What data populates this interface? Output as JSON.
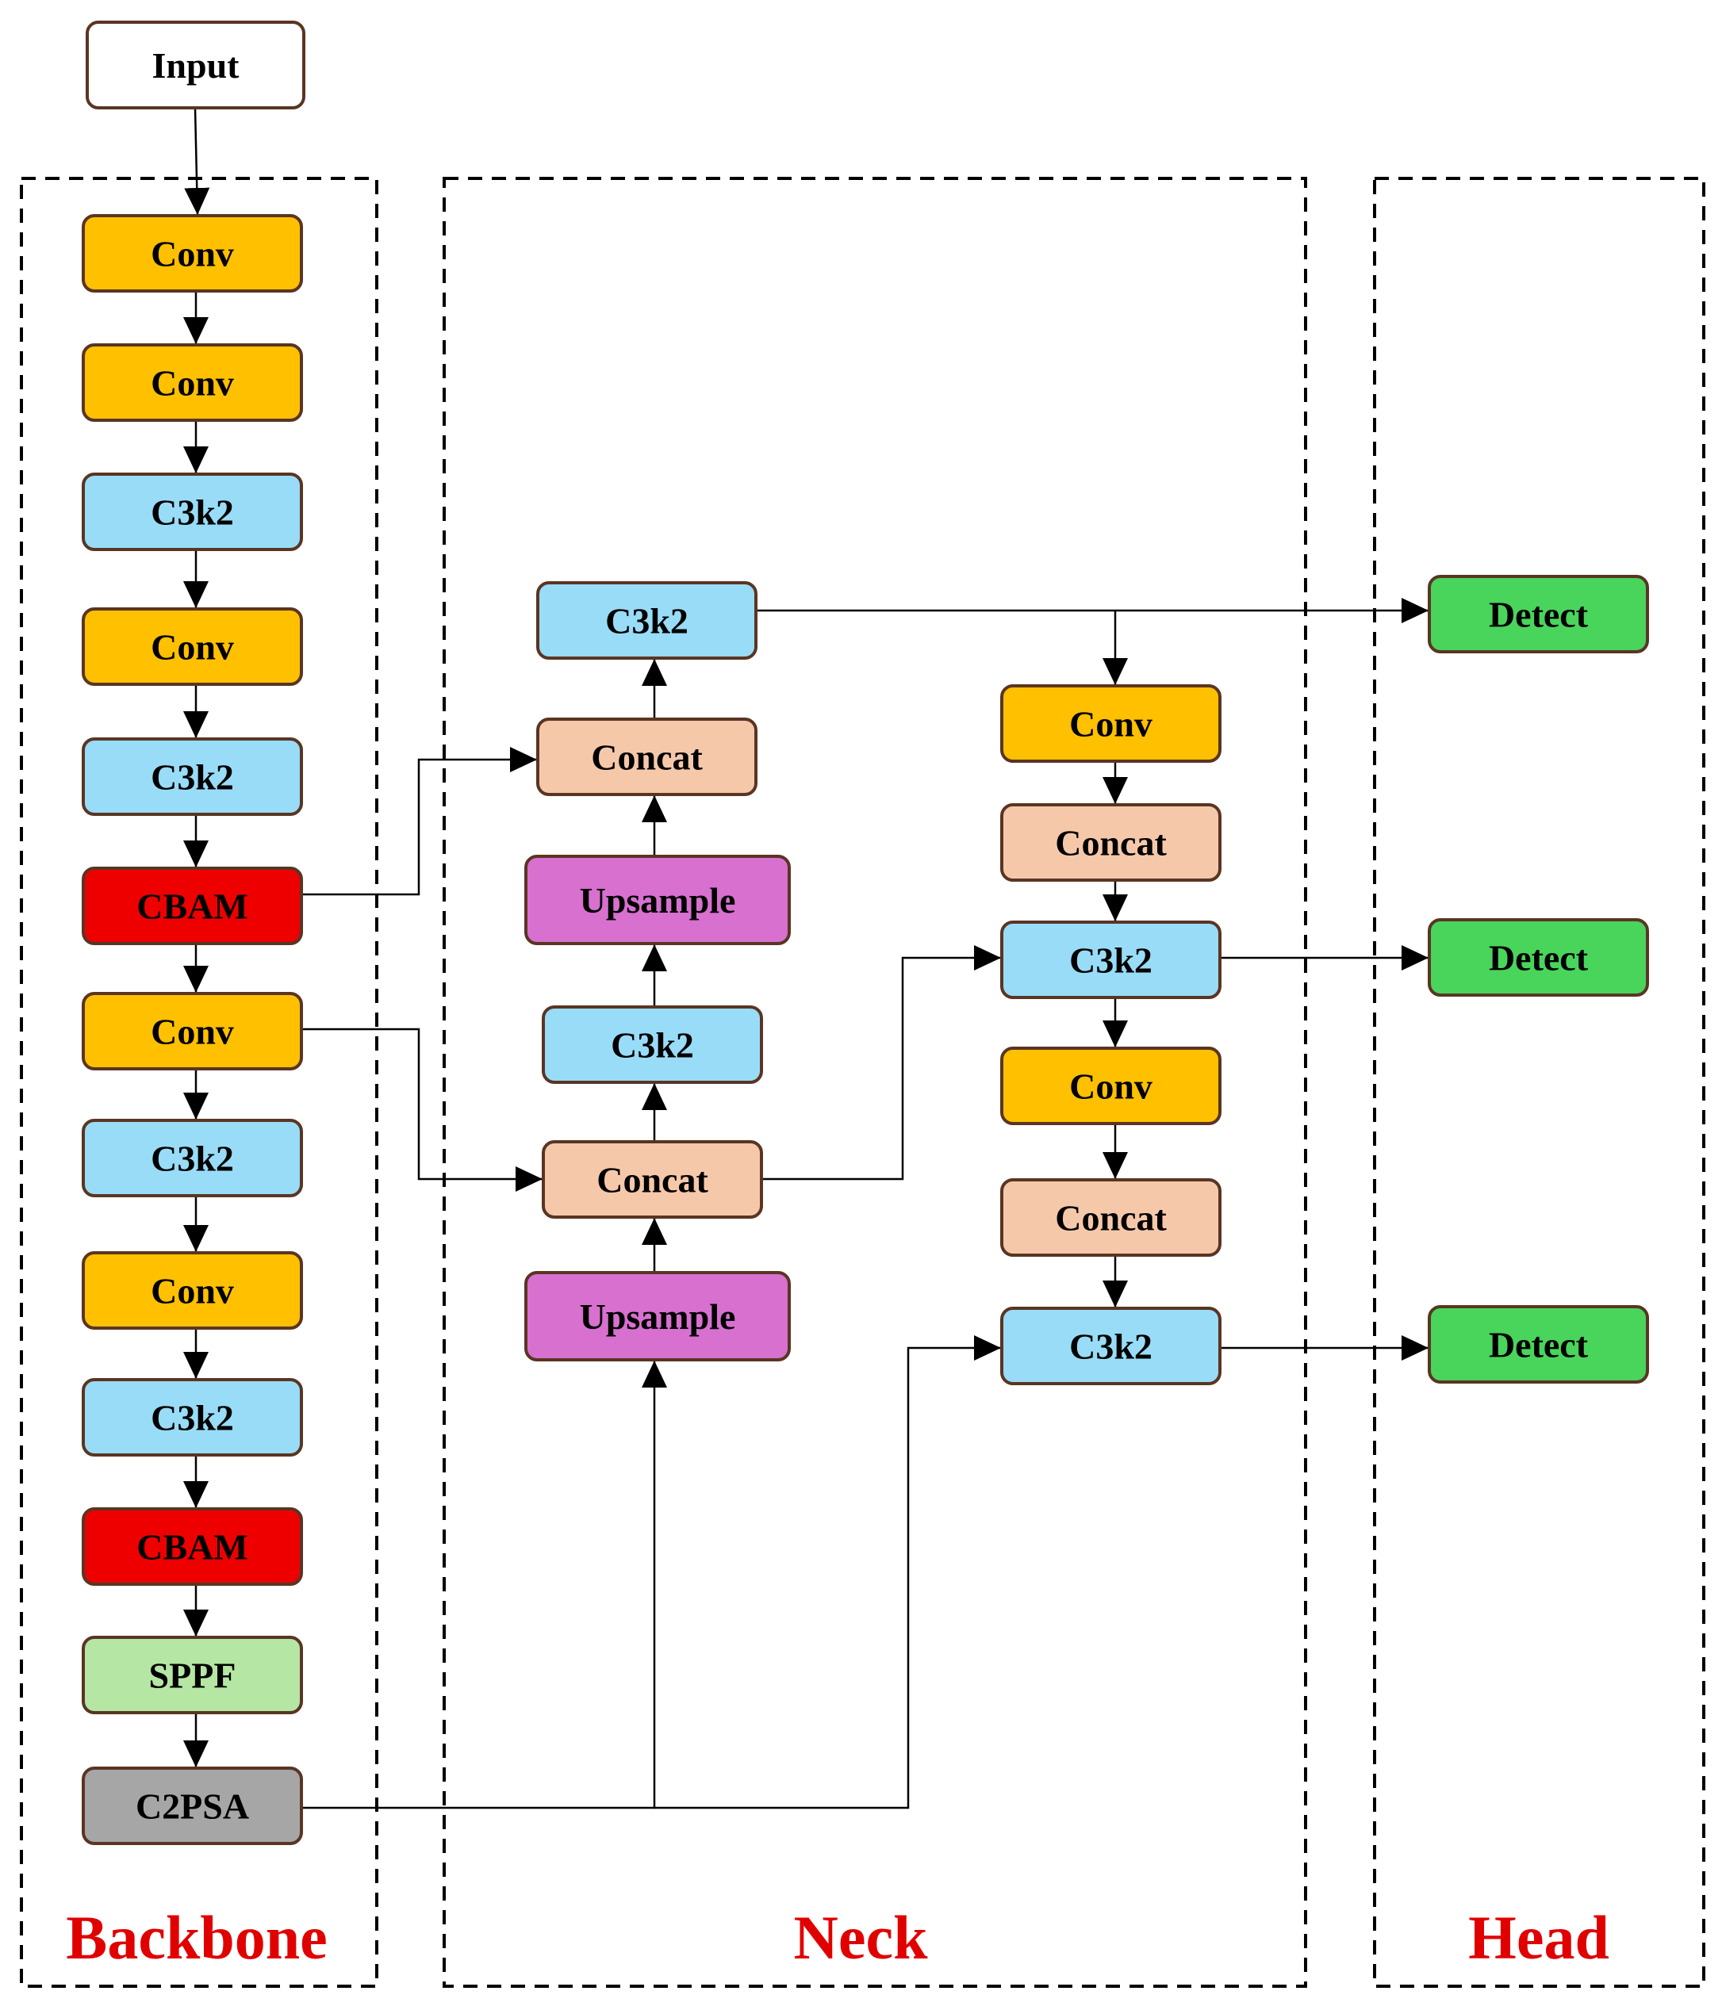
{
  "colors": {
    "conv": "#ffc000",
    "c3k2": "#99dcf7",
    "cbam": "#ee0000",
    "sppf": "#b5e6a3",
    "c2psa": "#a6a6a6",
    "concat": "#f6c8aa",
    "upsample": "#d770cf",
    "detect": "#49d45c",
    "input": "#ffffff",
    "section_label": "#e10000",
    "node_border": "#5a3523"
  },
  "sections": {
    "backbone": "Backbone",
    "neck": "Neck",
    "head": "Head"
  },
  "nodes": {
    "input": {
      "label": "Input",
      "kind": "input"
    },
    "b1": {
      "label": "Conv",
      "kind": "conv"
    },
    "b2": {
      "label": "Conv",
      "kind": "conv"
    },
    "b3": {
      "label": "C3k2",
      "kind": "c3k2"
    },
    "b4": {
      "label": "Conv",
      "kind": "conv"
    },
    "b5": {
      "label": "C3k2",
      "kind": "c3k2"
    },
    "b6": {
      "label": "CBAM",
      "kind": "cbam"
    },
    "b7": {
      "label": "Conv",
      "kind": "conv"
    },
    "b8": {
      "label": "C3k2",
      "kind": "c3k2"
    },
    "b9": {
      "label": "Conv",
      "kind": "conv"
    },
    "b10": {
      "label": "C3k2",
      "kind": "c3k2"
    },
    "b11": {
      "label": "CBAM",
      "kind": "cbam"
    },
    "b12": {
      "label": "SPPF",
      "kind": "sppf"
    },
    "b13": {
      "label": "C2PSA",
      "kind": "c2psa"
    },
    "n_c3k2_top": {
      "label": "C3k2",
      "kind": "c3k2"
    },
    "n_concat1": {
      "label": "Concat",
      "kind": "concat"
    },
    "n_up1": {
      "label": "Upsample",
      "kind": "upsample"
    },
    "n_c3k2_mid": {
      "label": "C3k2",
      "kind": "c3k2"
    },
    "n_concat2": {
      "label": "Concat",
      "kind": "concat"
    },
    "n_up2": {
      "label": "Upsample",
      "kind": "upsample"
    },
    "r_conv1": {
      "label": "Conv",
      "kind": "conv"
    },
    "r_concat1": {
      "label": "Concat",
      "kind": "concat"
    },
    "r_c3k2_1": {
      "label": "C3k2",
      "kind": "c3k2"
    },
    "r_conv2": {
      "label": "Conv",
      "kind": "conv"
    },
    "r_concat2": {
      "label": "Concat",
      "kind": "concat"
    },
    "r_c3k2_2": {
      "label": "C3k2",
      "kind": "c3k2"
    },
    "detect1": {
      "label": "Detect",
      "kind": "detect"
    },
    "detect2": {
      "label": "Detect",
      "kind": "detect"
    },
    "detect3": {
      "label": "Detect",
      "kind": "detect"
    }
  },
  "edges": [
    [
      "input",
      "b1"
    ],
    [
      "b1",
      "b2"
    ],
    [
      "b2",
      "b3"
    ],
    [
      "b3",
      "b4"
    ],
    [
      "b4",
      "b5"
    ],
    [
      "b5",
      "b6"
    ],
    [
      "b6",
      "b7"
    ],
    [
      "b7",
      "b8"
    ],
    [
      "b8",
      "b9"
    ],
    [
      "b9",
      "b10"
    ],
    [
      "b10",
      "b11"
    ],
    [
      "b11",
      "b12"
    ],
    [
      "b12",
      "b13"
    ],
    [
      "b13",
      "n_up2"
    ],
    [
      "n_up2",
      "n_concat2"
    ],
    [
      "b7",
      "n_concat2"
    ],
    [
      "n_concat2",
      "n_c3k2_mid"
    ],
    [
      "n_c3k2_mid",
      "n_up1"
    ],
    [
      "n_up1",
      "n_concat1"
    ],
    [
      "b6",
      "n_concat1"
    ],
    [
      "n_concat1",
      "n_c3k2_top"
    ],
    [
      "n_c3k2_top",
      "detect1"
    ],
    [
      "n_c3k2_top",
      "r_conv1"
    ],
    [
      "r_conv1",
      "r_concat1"
    ],
    [
      "r_concat1",
      "r_c3k2_1"
    ],
    [
      "n_concat2",
      "r_c3k2_1"
    ],
    [
      "r_c3k2_1",
      "detect2"
    ],
    [
      "r_c3k2_1",
      "r_conv2"
    ],
    [
      "r_conv2",
      "r_concat2"
    ],
    [
      "r_concat2",
      "r_c3k2_2"
    ],
    [
      "b13",
      "r_c3k2_2"
    ],
    [
      "r_c3k2_2",
      "detect3"
    ]
  ]
}
